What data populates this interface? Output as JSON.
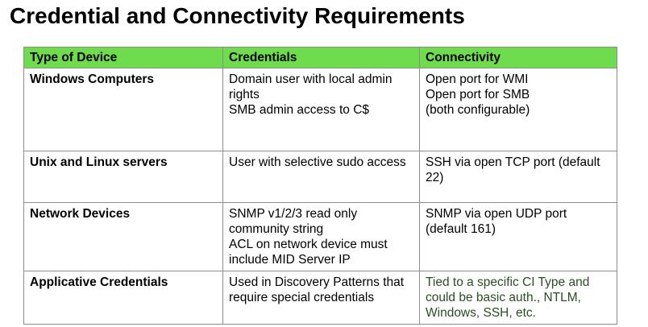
{
  "title": "Credential and Connectivity Requirements",
  "colors": {
    "header_background": "#6fdc4e",
    "border": "#8c8c8c",
    "last_row_connectivity_text": "#2a4d24"
  },
  "table": {
    "headers": [
      "Type of Device",
      "Credentials",
      "Connectivity"
    ],
    "rows": [
      {
        "type": "Windows Computers",
        "credentials": [
          "Domain user with local admin rights",
          "SMB admin access to C$"
        ],
        "connectivity": [
          "Open port for WMI",
          "Open port for SMB",
          "(both configurable)"
        ]
      },
      {
        "type": "Unix and Linux servers",
        "credentials": [
          "User with selective sudo access"
        ],
        "connectivity": [
          "SSH via open TCP port (default 22)"
        ]
      },
      {
        "type": "Network Devices",
        "credentials": [
          "SNMP v1/2/3 read only community string",
          "ACL on network device must include MID Server IP"
        ],
        "connectivity": [
          "SNMP via open UDP port (default 161)"
        ]
      },
      {
        "type": "Applicative Credentials",
        "credentials": [
          "Used in Discovery Patterns that require special credentials"
        ],
        "connectivity": [
          "Tied to a specific CI Type and could be basic auth., NTLM, Windows, SSH, etc."
        ]
      }
    ]
  }
}
